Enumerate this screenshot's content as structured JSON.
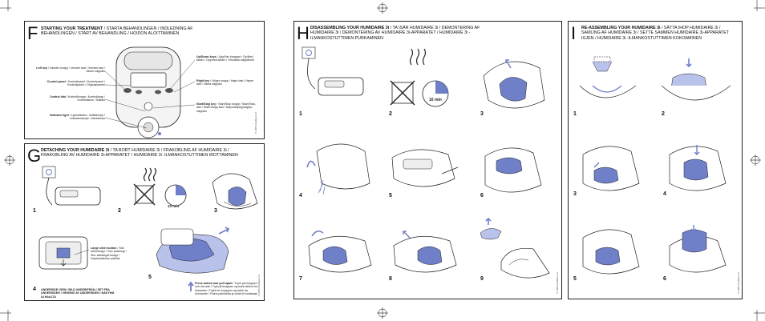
{
  "colors": {
    "accent": "#6f7fc8",
    "accent_light": "#b9c2ea",
    "line": "#222222"
  },
  "panel_f": {
    "letter": "F",
    "title_bold": "STARTING YOUR TREATMENT",
    "title_rest": " / STARTA BEHANDLINGEN / INDLEDNING AF BEHANDLINGEN / START AV BEHANDLING / HOIDON ALOITTAMINEN",
    "labels_left": [
      {
        "bold": "Left key",
        "rest": " / Vänster knapp / Venstre tast / Venstre tast / Vasen näppäin"
      },
      {
        "bold": "Control panel",
        "rest": " / Kontrollpanel / Kontrolpanel / Kontrollpanel / Ohjauspaneeli"
      },
      {
        "bold": "Control dial",
        "rest": " / Kontrollknapp / Kontrolknap / Kontrollskive / Säädin"
      },
      {
        "bold": "Indicator light",
        "rest": " / Lysindikator / Indikatorlys / Indikatorlampe / Merkkivalo"
      }
    ],
    "labels_right": [
      {
        "bold": "Up/Down keys",
        "rest": " / Upp/Ner knappar / Op/Ned-taster / Opp/ned-taster / Ylös/Alas-näppäimet"
      },
      {
        "bold": "Right key",
        "rest": " / Höger knapp / Højre tast / Høyre tast / Oikea näppäin"
      },
      {
        "bold": "Start/Stop key",
        "rest": " / Start/Stop knapp / Start/Stop-tast / Start/Stopp-tast / Käynnistys/pysäytys-näppäin"
      }
    ],
    "copyright": "© 2005 ResMed Ltd"
  },
  "panel_g": {
    "letter": "G",
    "title_bold": "DETACHING YOUR HUMIDAIRE 3i",
    "title_rest": " / TA BORT HUMIDAIRE 3i / FRAKOBLING AF HUMIDAIRE 3i / FRAKOBLING AV HUMIDAIRE 3i-APPARATET / HUMIDAIRE 3i -ILMANKOSTUTTIMEN IROTTAMINEN",
    "steps": [
      "1",
      "2",
      "3",
      "4",
      "5"
    ],
    "timer": "10 min",
    "latch_label_bold": "Large silver button",
    "latch_label_rest": " / Stor silverknapp / Stor sølvknap / Stor sølvfarget knapp / Hopeanvärinen painike",
    "underside_bold": "UNDERSIDE VIEW / BILD UNDERIFRÅN / SET FRA UNDERSIDEN / VIEWING AV UNDERSIDEN / NÄKYMÄ ALHAALTA",
    "press_bold": "Press button and pull apart",
    "press_rest": " / Tryck på knappen och dra isär / Tryk på knappen og træk delene fra hinanden / Trykk inn knappen og trekk fra hverandre / Paina painiketta ja vedä irti toisistaan",
    "copyright": "© 2005 ResMed Ltd"
  },
  "panel_h": {
    "letter": "H",
    "title_bold": "DISASSEMBLING YOUR HUMIDAIRE 3i",
    "title_rest": " / TA ISÄR HUMIDAIRE 3i / DEMONTERING AF HUMIDAIRE 3i / DEMONTERING AV HUMIDAIRE 3i-APPARATET / HUMIDAIRE 3i -ILMANKOSTUTTIMEN PURKAMINEN",
    "steps": [
      "1",
      "2",
      "3",
      "4",
      "5",
      "6",
      "7",
      "8",
      "9"
    ],
    "timer": "10 min",
    "copyright": "© 2005 ResMed Ltd"
  },
  "panel_i": {
    "letter": "I",
    "title_bold": "RE-ASSEMBLING YOUR HUMIDAIRE 3i",
    "title_rest": " / SÄTTA IHOP HUMIDAIRE 3i / SAMLING AF HUMIDAIRE 3i / SETTE SAMMEN HUMIDAIRE 3i-APPARATET IGJEN / HUMIDAIRE 3i -ILMANKOSTUTTIMEN KOKOAMINEN",
    "steps": [
      "1",
      "2",
      "3",
      "4",
      "5",
      "6"
    ],
    "copyright": "© 2005 ResMed Ltd"
  }
}
